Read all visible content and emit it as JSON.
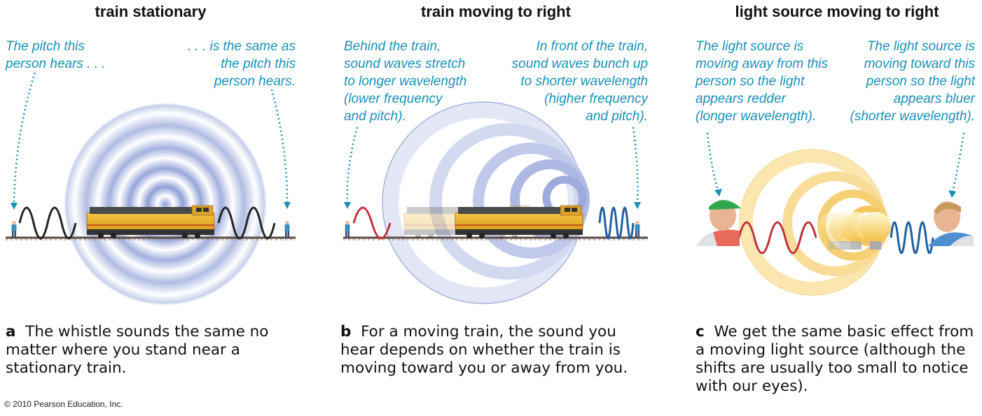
{
  "panels": [
    {
      "title": "train stationary",
      "note_left": [
        "The pitch this",
        "person hears . . ."
      ],
      "note_right": [
        ". . . is the same as",
        "the pitch this",
        "person hears."
      ],
      "caption_letter": "a",
      "caption": "The whistle sounds the same no matter where you stand near a stationary train."
    },
    {
      "title": "train moving to right",
      "note_left": [
        "Behind the train,",
        "sound waves stretch",
        "to longer wavelength",
        "(lower frequency",
        "and pitch)."
      ],
      "note_right": [
        "In front of the train,",
        "sound waves bunch up",
        "to shorter wavelength",
        "(higher frequency",
        "and pitch)."
      ],
      "caption_letter": "b",
      "caption": "For a moving train, the sound you hear depends on whether the train is moving toward you or away from you."
    },
    {
      "title": "light source moving to right",
      "note_left": [
        "The light source is",
        "moving away from this",
        "person so the light",
        "appears redder",
        "(longer wavelength)."
      ],
      "note_right": [
        "The light source is",
        "moving toward this",
        "person so the light",
        "appears bluer",
        "(shorter wavelength)."
      ],
      "caption_letter": "c",
      "caption": "We get the same basic effect from a moving light source (although the shifts are usually too small to notice with our eyes)."
    }
  ],
  "copyright": "© 2010 Pearson Education, Inc.",
  "colors": {
    "annotation": "#1a8fb3",
    "red_wave": "#c0303a",
    "blue_wave": "#1f5fa0",
    "sound_wave": "#9aa8d8",
    "light_wave": "#f3c040"
  }
}
